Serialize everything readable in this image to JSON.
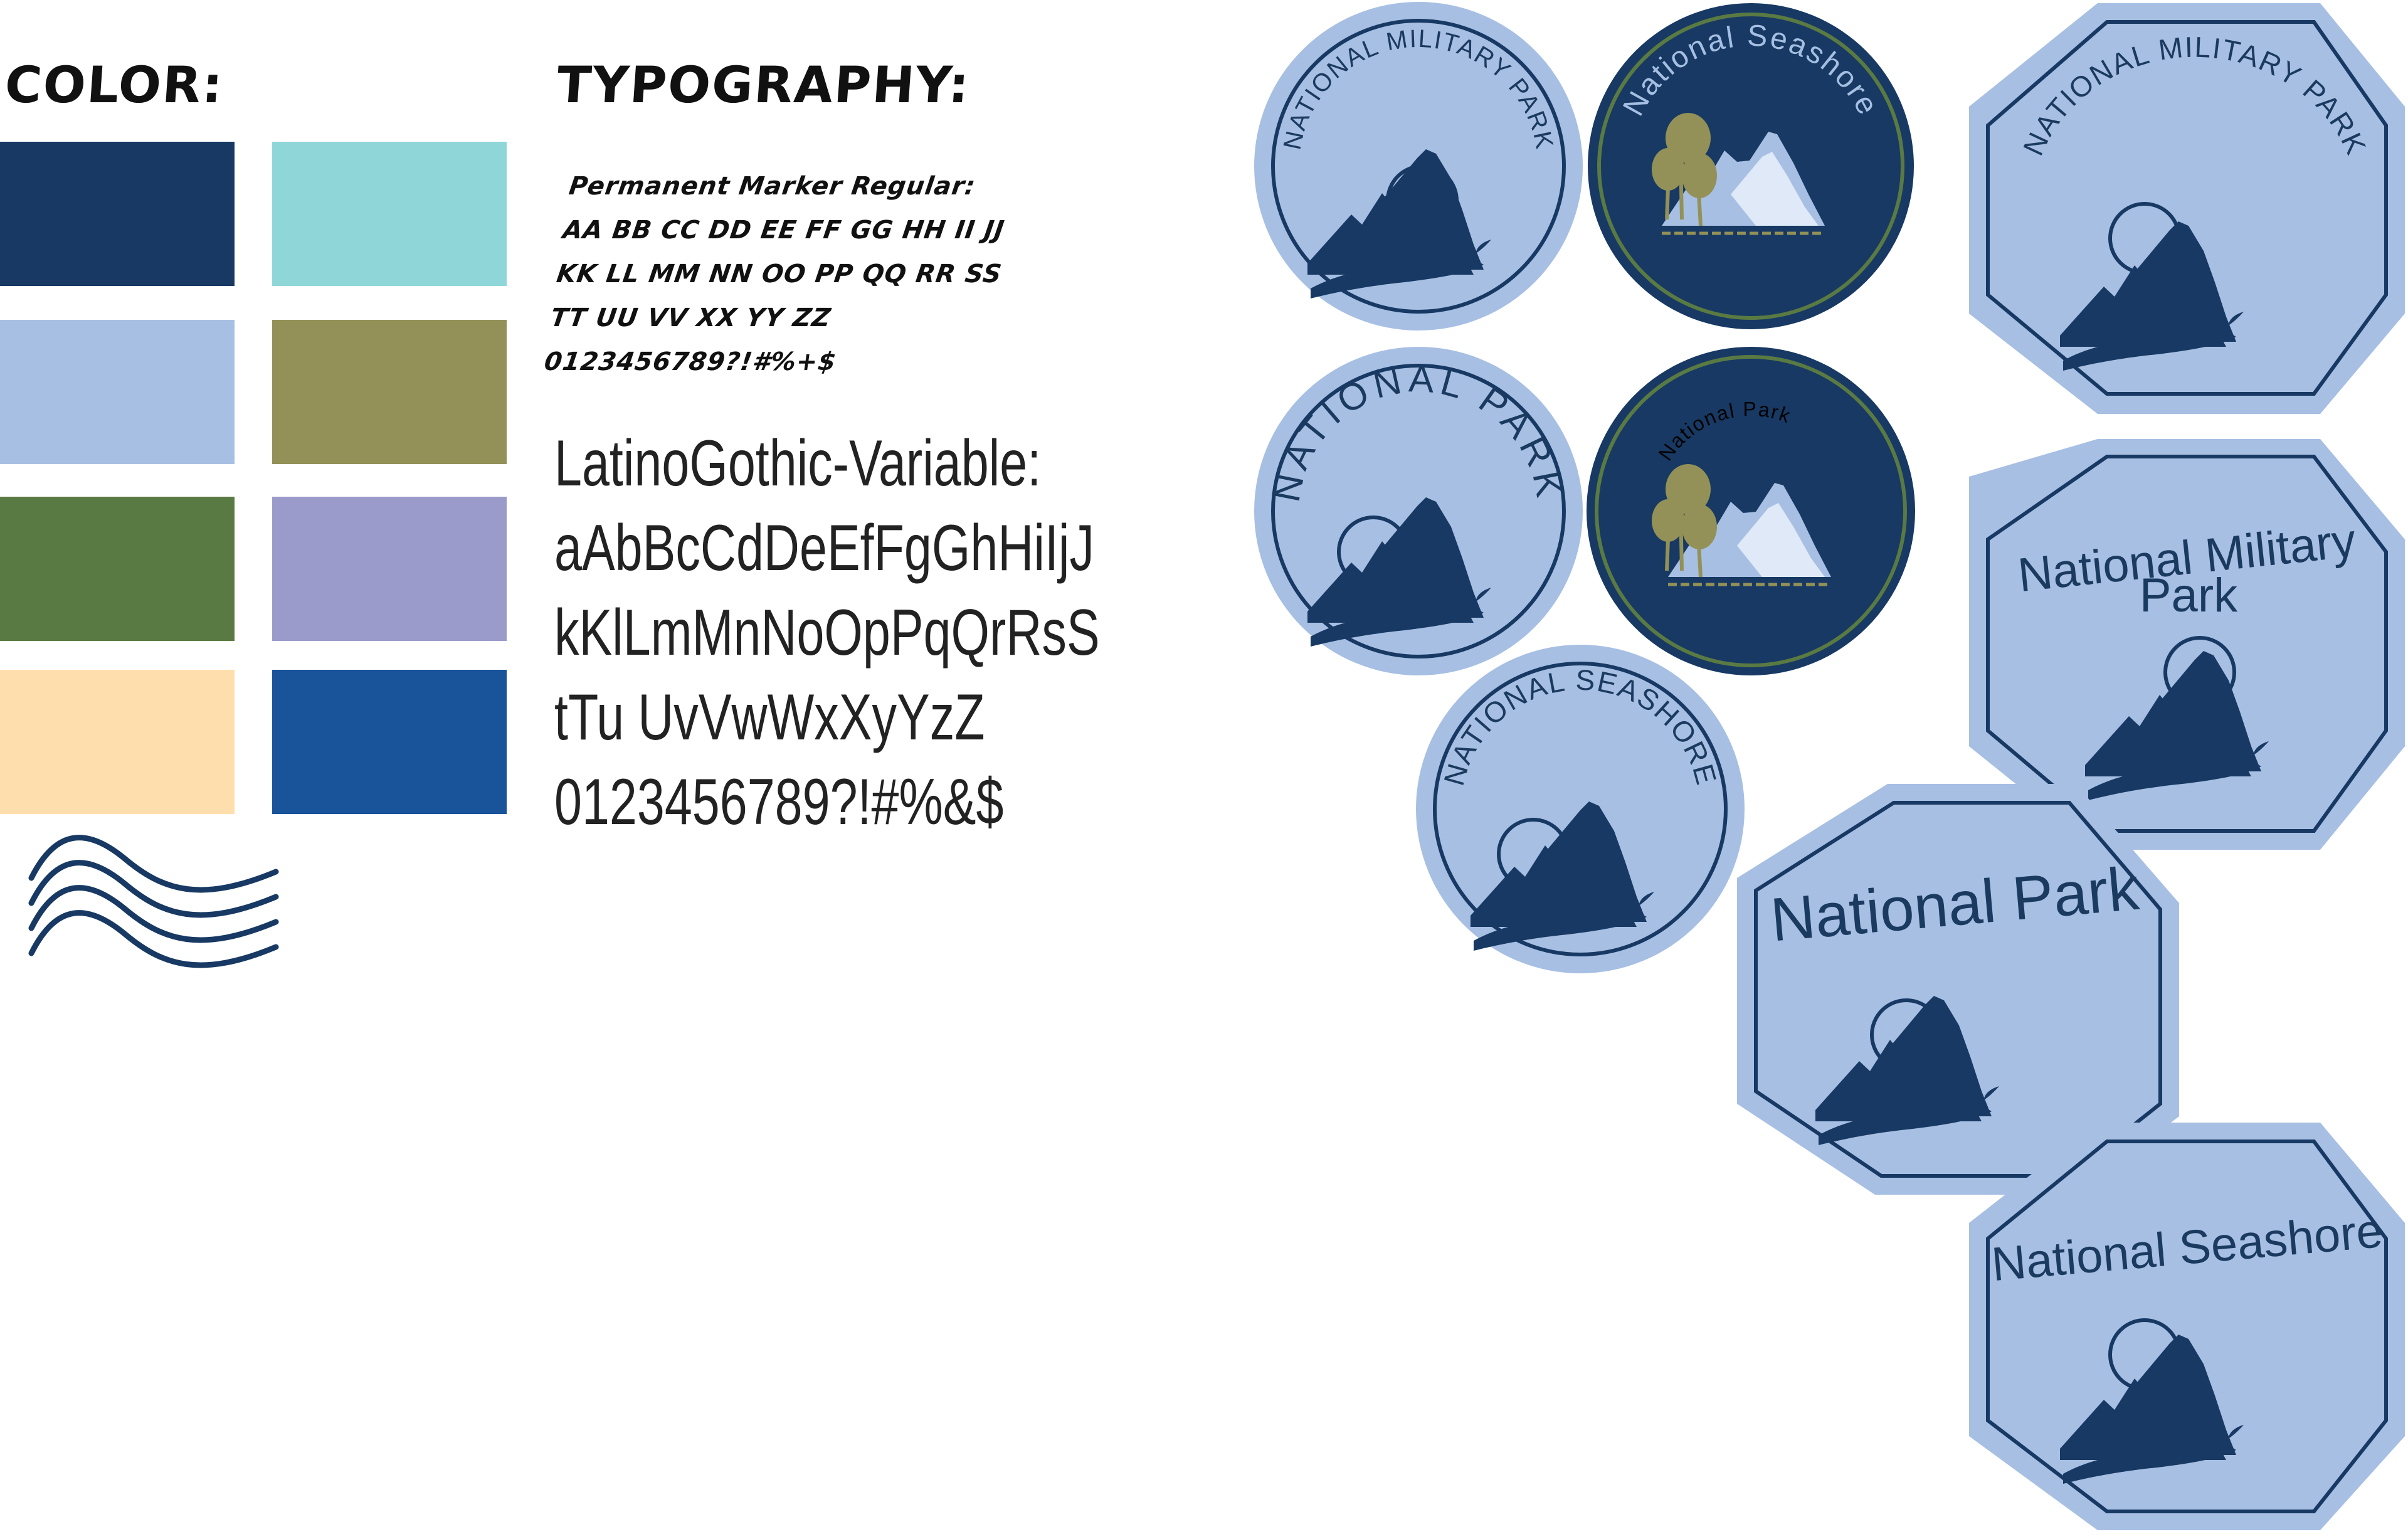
{
  "color_section": {
    "heading": "COLOR:",
    "swatches": [
      {
        "hex": "#173963"
      },
      {
        "hex": "#8fd6d9"
      },
      {
        "hex": "#a7bfe3"
      },
      {
        "hex": "#939157"
      },
      {
        "hex": "#5a7a43"
      },
      {
        "hex": "#9a9bca"
      },
      {
        "hex": "#ffdeae"
      },
      {
        "hex": "#19539a"
      }
    ],
    "wave_icon": "postmark-wave-lines"
  },
  "typography_section": {
    "heading": "TYPOGRAPHY:",
    "marker_font": {
      "name": "Permanent Marker Regular:",
      "lines": [
        "AA BB CC DD EE FF GG HH II JJ",
        "KK LL MM NN OO PP QQ RR SS",
        "TT UU VV XX YY ZZ",
        "0123456789?!#%+$"
      ]
    },
    "gothic_font": {
      "name": "LatinoGothic-Variable:",
      "lines": [
        "aAbBcCdDeEfFgGhHiIjJ",
        "kKlLmMnNoOpPqQrRsS",
        "tTu UvVwWxXyYzZ",
        "0123456789?!#%&$"
      ]
    }
  },
  "badges": {
    "colors": {
      "light": "#a7bfe3",
      "dark": "#173963",
      "olive": "#939157",
      "green": "#5a7a43"
    },
    "circle_military": "NATIONAL MILITARY PARK",
    "circle_seashore_dark": "National Seashore",
    "hex_military_arc": "NATIONAL MILITARY PARK",
    "circle_park": "NATIONAL PARK",
    "circle_park_dark": "National Park",
    "hex_military_line1": "National Military",
    "hex_military_line2": "Park",
    "circle_seashore": "NATIONAL SEASHORE",
    "hex_park": "National Park",
    "hex_seashore": "National Seashore"
  }
}
